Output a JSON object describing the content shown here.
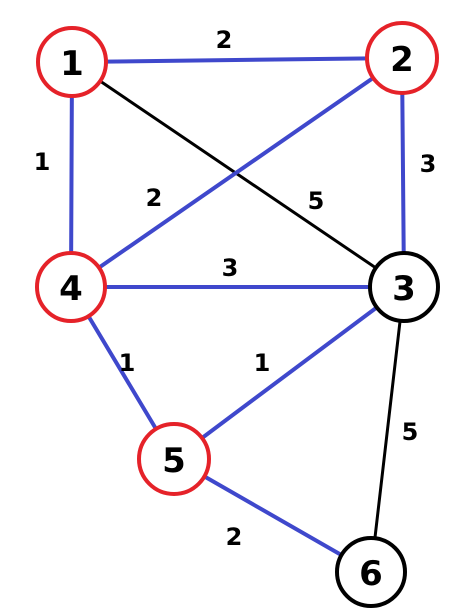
{
  "colors": {
    "background": "#ffffff",
    "node_outline_highlighted": "#e52229",
    "node_outline_default": "#000000",
    "edge_highlighted": "#3f48cc",
    "edge_default": "#000000",
    "text": "#000000"
  },
  "nodes": [
    {
      "id": "1",
      "label": "1",
      "highlighted": true
    },
    {
      "id": "2",
      "label": "2",
      "highlighted": true
    },
    {
      "id": "3",
      "label": "3",
      "highlighted": false
    },
    {
      "id": "4",
      "label": "4",
      "highlighted": true
    },
    {
      "id": "5",
      "label": "5",
      "highlighted": true
    },
    {
      "id": "6",
      "label": "6",
      "highlighted": false
    }
  ],
  "edges": [
    {
      "id": "1-2",
      "from": "1",
      "to": "2",
      "weight": "2",
      "highlighted": true
    },
    {
      "id": "1-4",
      "from": "1",
      "to": "4",
      "weight": "1",
      "highlighted": true
    },
    {
      "id": "1-3",
      "from": "1",
      "to": "3",
      "weight": "5",
      "highlighted": false
    },
    {
      "id": "2-4",
      "from": "2",
      "to": "4",
      "weight": "2",
      "highlighted": true
    },
    {
      "id": "2-3",
      "from": "2",
      "to": "3",
      "weight": "3",
      "highlighted": true
    },
    {
      "id": "4-3",
      "from": "4",
      "to": "3",
      "weight": "3",
      "highlighted": true
    },
    {
      "id": "4-5",
      "from": "4",
      "to": "5",
      "weight": "1",
      "highlighted": true
    },
    {
      "id": "3-5",
      "from": "3",
      "to": "5",
      "weight": "1",
      "highlighted": true
    },
    {
      "id": "3-6",
      "from": "3",
      "to": "6",
      "weight": "5",
      "highlighted": false
    },
    {
      "id": "5-6",
      "from": "5",
      "to": "6",
      "weight": "2",
      "highlighted": true
    }
  ]
}
